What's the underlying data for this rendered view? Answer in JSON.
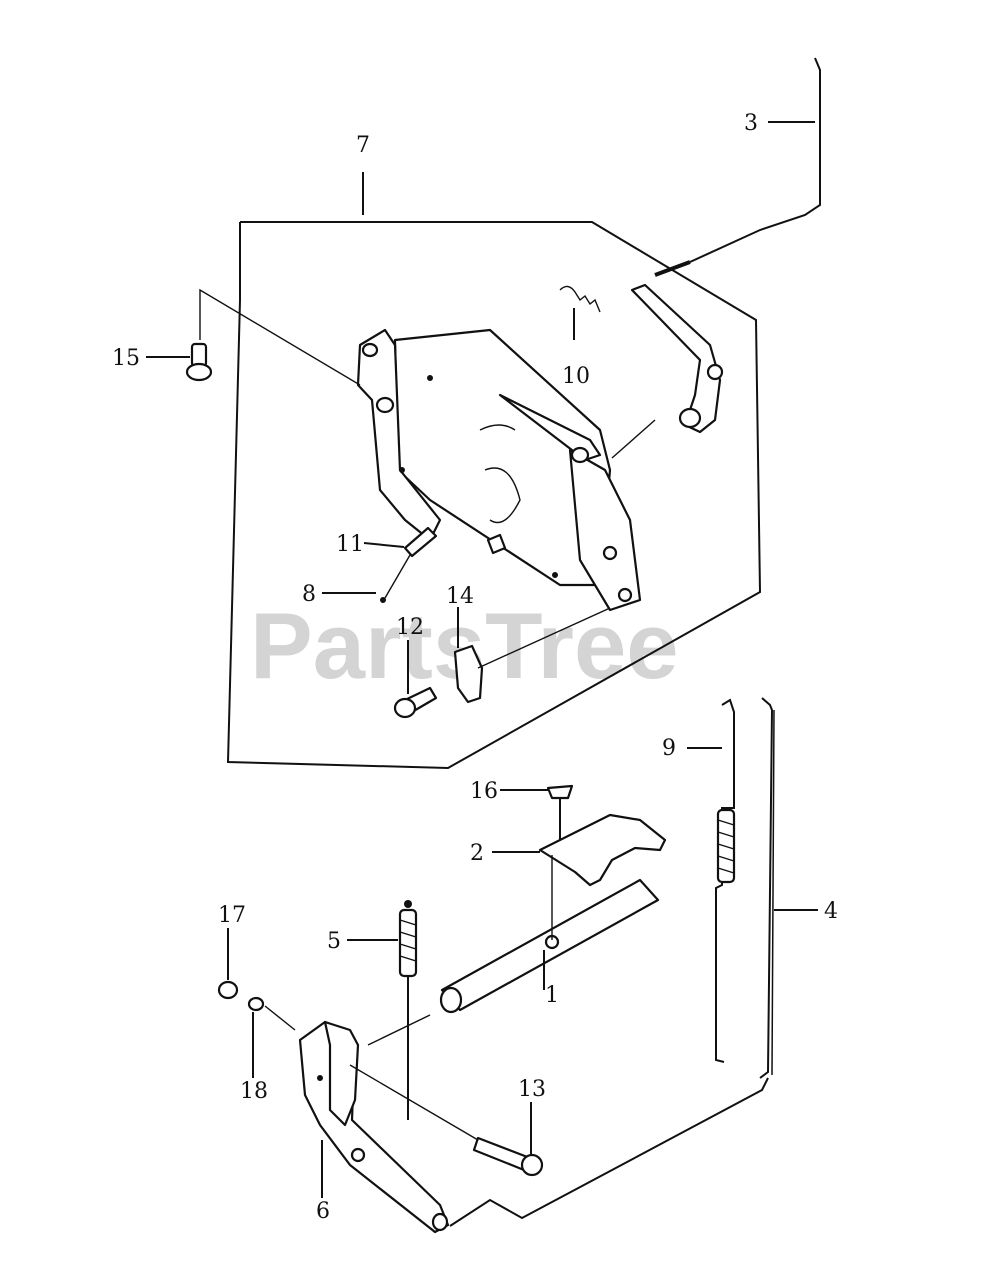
{
  "watermark": "PartsTree",
  "colors": {
    "ink": "#111111",
    "watermark": "#d4d4d4",
    "background": "#ffffff"
  },
  "callouts": {
    "c1": "1",
    "c2": "2",
    "c3": "3",
    "c4": "4",
    "c5": "5",
    "c6": "6",
    "c7": "7",
    "c8": "8",
    "c9": "9",
    "c10": "10",
    "c11": "11",
    "c12": "12",
    "c13": "13",
    "c14": "14",
    "c15": "15",
    "c16": "16",
    "c17": "17",
    "c18": "18"
  }
}
